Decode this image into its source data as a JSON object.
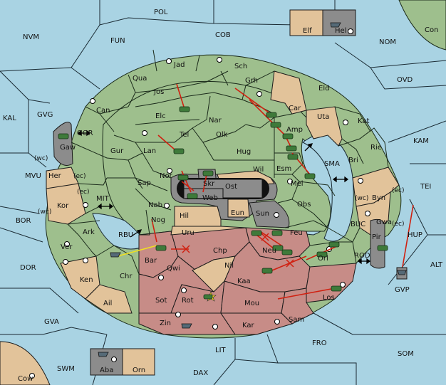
{
  "map": {
    "sea_regions": [
      "POL",
      "COB",
      "FUN",
      "NVM",
      "NOM",
      "OVD",
      "KAL",
      "GVG",
      "MVU",
      "BOR",
      "DOR",
      "GVA",
      "SWM",
      "LIT",
      "DAX",
      "FRO",
      "SOM",
      "ALT",
      "KAM",
      "TEI",
      "HUP",
      "GOR",
      "MIT",
      "RBU",
      "SMA",
      "BUC",
      "ROD",
      "GVP",
      "Con",
      "Cow"
    ],
    "land_regions": [
      "Jad",
      "Sch",
      "Qua",
      "Jos",
      "Grh",
      "Can",
      "Elc",
      "Nar",
      "Car",
      "Eld",
      "Uta",
      "Kat",
      "Tel",
      "Olk",
      "Amp",
      "Rie",
      "Gur",
      "Lan",
      "Hug",
      "Esm",
      "Bri",
      "Gaw",
      "Her",
      "Nor",
      "Skr",
      "Wil",
      "Sap",
      "Web",
      "Ost",
      "Mel",
      "Byn",
      "Kor",
      "Nab",
      "Eun",
      "Sun",
      "Obs",
      "Gwa",
      "Ark",
      "Nog",
      "Hil",
      "Uru",
      "Feu",
      "Pir",
      "Bar",
      "Chp",
      "Neu",
      "Orl",
      "Ver",
      "Qwi",
      "Nil",
      "Ken",
      "Chr",
      "Kaa",
      "Sot",
      "Rot",
      "Mou",
      "Los",
      "Ail",
      "Zin",
      "Kar",
      "Sam",
      "Elf",
      "Hel",
      "Aba",
      "Orn"
    ],
    "annotations": [
      "(wc)",
      "(ec)",
      "(wc)",
      "(ec)",
      "(wc)",
      "(ec)",
      "(ec)"
    ]
  },
  "colors": {
    "sea": "#a9d3e3",
    "green_power": "#9ebf8d",
    "tan_neutral": "#e2c39a",
    "red_power": "#c78c87",
    "gray_power": "#8c8c8c",
    "order_arrow": "#d02010",
    "support_arrow": "#f0e020"
  },
  "units": {
    "green_armies": 24,
    "gray_fleets": 5,
    "dislodged_marker": "star-icon"
  }
}
